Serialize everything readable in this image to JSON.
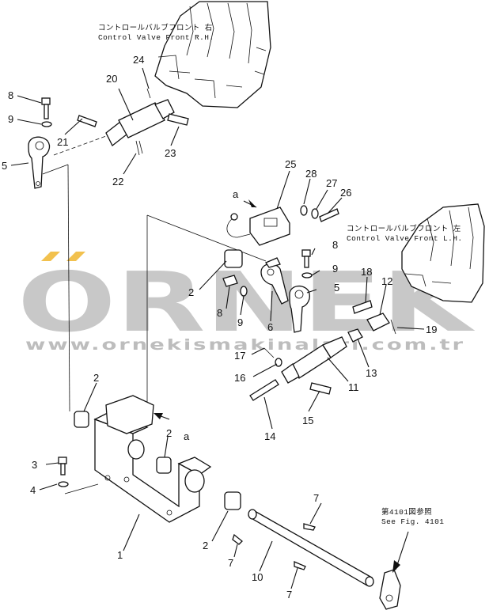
{
  "notes": {
    "cv_front_rh_jp": "コントロールバルブフロント 右",
    "cv_front_rh_en": "Control Valve Front R.H.",
    "cv_front_lh_jp": "コントロールバルブフロント 左",
    "cv_front_lh_en": "Control Valve Front L.H.",
    "see_fig_jp": "第4101図参照",
    "see_fig_en": "See Fig. 4101"
  },
  "watermark": {
    "brand": "ORNEK",
    "url": "www.ornekismakinalari.com.tr",
    "accent_color": "#f2c14e"
  },
  "callouts": {
    "c1": "1",
    "c2a": "2",
    "c2b": "2",
    "c2c": "2",
    "c2d": "2",
    "c3": "3",
    "c4": "4",
    "c5a": "5",
    "c5b": "5",
    "c6": "6",
    "c7a": "7",
    "c7b": "7",
    "c7c": "7",
    "c8a": "8",
    "c8b": "8",
    "c8c": "8",
    "c9a": "9",
    "c9b": "9",
    "c9c": "9",
    "c10": "10",
    "c11": "11",
    "c12": "12",
    "c13": "13",
    "c14": "14",
    "c15": "15",
    "c16": "16",
    "c17": "17",
    "c18": "18",
    "c19": "19",
    "c20": "20",
    "c21": "21",
    "c22": "22",
    "c23": "23",
    "c24": "24",
    "c25": "25",
    "c26": "26",
    "c27": "27",
    "c28": "28",
    "view_a1": "a",
    "view_a2": "a"
  }
}
